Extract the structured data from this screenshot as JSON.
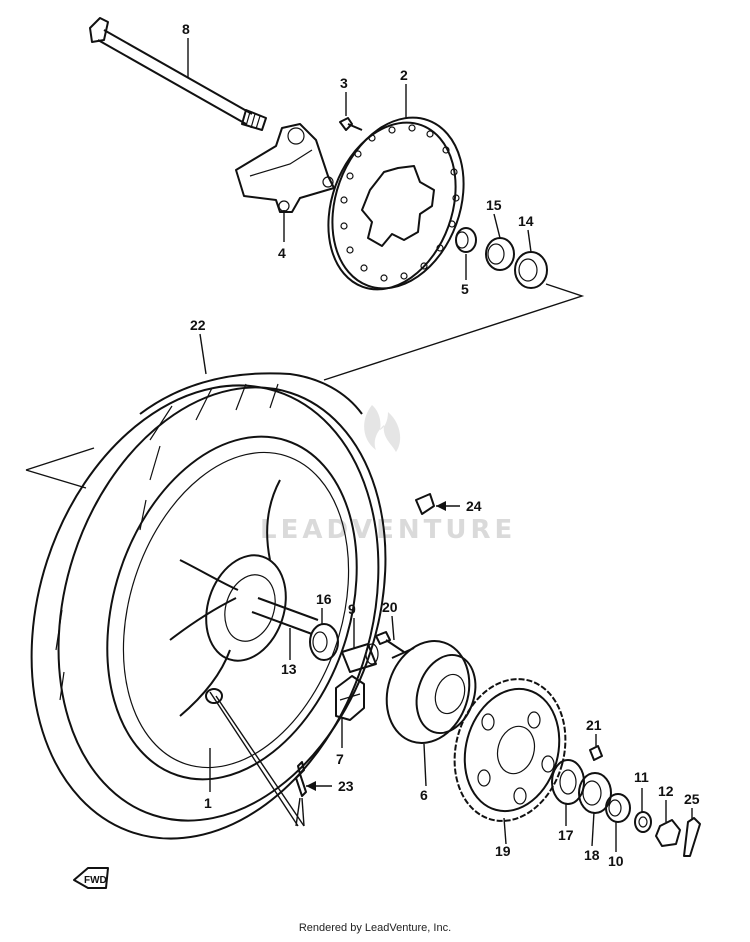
{
  "parts": [
    {
      "id": "1",
      "label": "1"
    },
    {
      "id": "2",
      "label": "2"
    },
    {
      "id": "3",
      "label": "3"
    },
    {
      "id": "4",
      "label": "4"
    },
    {
      "id": "5",
      "label": "5"
    },
    {
      "id": "6",
      "label": "6"
    },
    {
      "id": "7",
      "label": "7"
    },
    {
      "id": "8",
      "label": "8"
    },
    {
      "id": "9",
      "label": "9"
    },
    {
      "id": "10",
      "label": "10"
    },
    {
      "id": "11",
      "label": "11"
    },
    {
      "id": "12",
      "label": "12"
    },
    {
      "id": "13",
      "label": "13"
    },
    {
      "id": "14",
      "label": "14"
    },
    {
      "id": "15",
      "label": "15"
    },
    {
      "id": "16",
      "label": "16"
    },
    {
      "id": "17",
      "label": "17"
    },
    {
      "id": "18",
      "label": "18"
    },
    {
      "id": "19",
      "label": "19"
    },
    {
      "id": "20",
      "label": "20"
    },
    {
      "id": "21",
      "label": "21"
    },
    {
      "id": "22",
      "label": "22"
    },
    {
      "id": "23",
      "label": "23"
    },
    {
      "id": "24",
      "label": "24"
    },
    {
      "id": "25",
      "label": "25"
    }
  ],
  "watermark": "LEADVENTURE",
  "fwd_label": "FWD",
  "footer": "Rendered by LeadVenture, Inc."
}
